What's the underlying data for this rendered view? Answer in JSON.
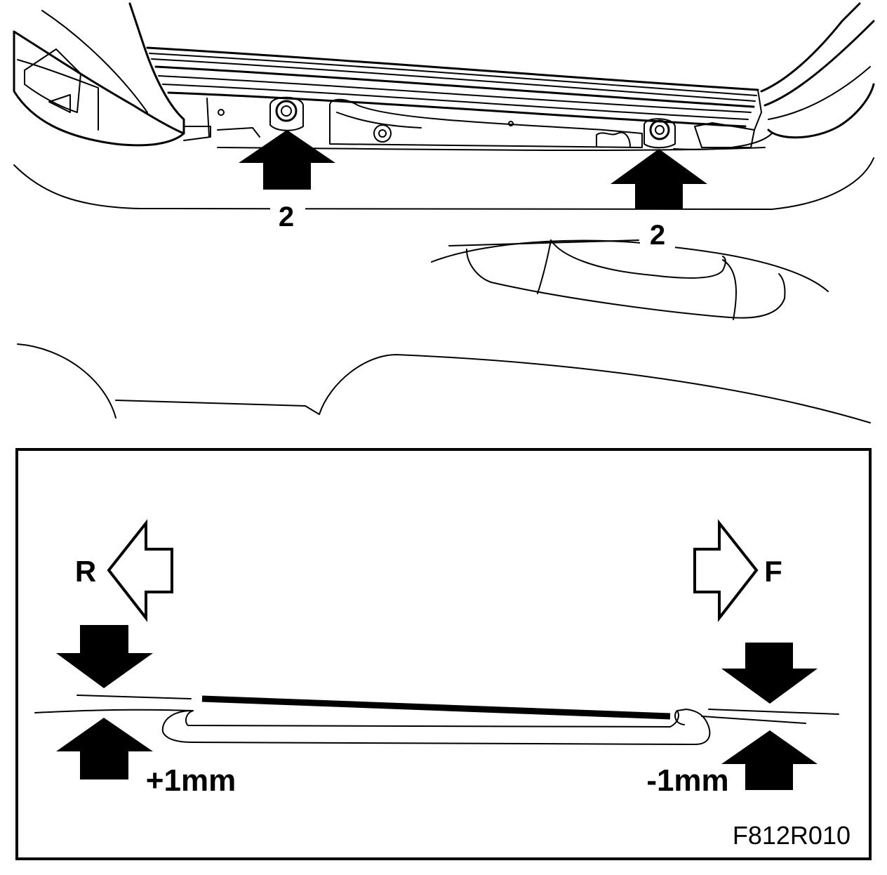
{
  "callouts": {
    "bolt_left": "2",
    "bolt_right": "2"
  },
  "detail": {
    "rear_label": "R",
    "front_label": "F",
    "rear_offset": "+1mm",
    "front_offset": "-1mm"
  },
  "figure_code": "F812R010",
  "colors": {
    "ink": "#000000",
    "paper": "#ffffff"
  }
}
